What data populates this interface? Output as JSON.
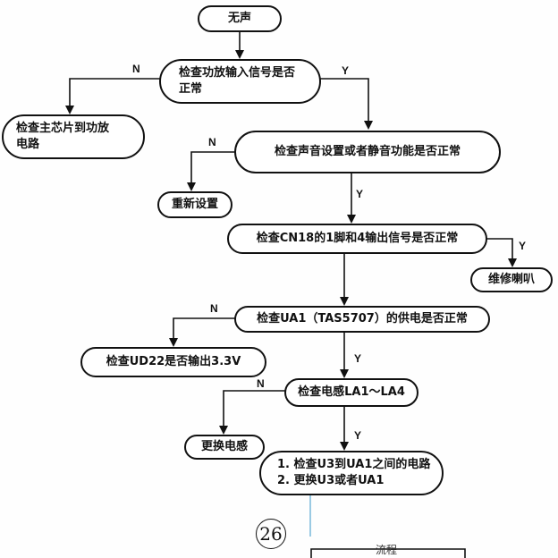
{
  "nodes": {
    "start": "无声",
    "check_amp_input": [
      "检查功放输入信号是否",
      "正常"
    ],
    "check_main_chip": [
      "检查主芯片到功放",
      "电路"
    ],
    "check_mute": "检查声音设置或者静音功能是否正常",
    "reset": "重新设置",
    "check_cn18": "检查CN18的1脚和4输出信号是否正常",
    "repair_speaker": "维修喇叭",
    "check_ua1_power": "检查UA1（TAS5707）的供电是否正常",
    "check_ud22": "检查UD22是否输出3.3V",
    "check_inductor": "检查电感LA1～LA4",
    "replace_inductor": "更换电感",
    "final_check": [
      "1. 检查U3到UA1之间的电路",
      "2. 更换U3或者UA1"
    ]
  },
  "edge_labels": {
    "amp_no": "N",
    "amp_yes": "Y",
    "mute_no": "N",
    "mute_yes": "Y",
    "cn18_yes": "Y",
    "ua1_no": "N",
    "ua1_yes": "Y",
    "inductor_no": "N",
    "inductor_yes": "Y"
  },
  "page_number": "26",
  "cut_off_text": "流程"
}
